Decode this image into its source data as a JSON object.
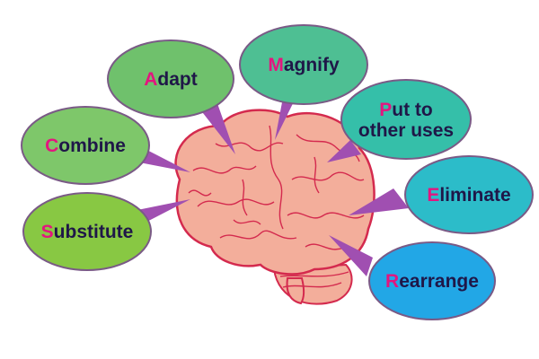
{
  "colors": {
    "text": "#1f1748",
    "first_letter": "#e3157f",
    "pointer": "#a04fb1",
    "brain_fill": "#f3ae9b",
    "brain_stroke": "#d42a4e",
    "bubble_stroke": "#7a5a86"
  },
  "bubbles": [
    {
      "id": "adapt",
      "first": "A",
      "rest": "dapt",
      "fill": "#6fc16c"
    },
    {
      "id": "magnify",
      "first": "M",
      "rest": "agnify",
      "fill": "#4ebf93"
    },
    {
      "id": "put-to-other-uses",
      "first": "P",
      "rest": "ut to",
      "line2": "other uses",
      "fill": "#35bfa9"
    },
    {
      "id": "combine",
      "first": "C",
      "rest": "ombine",
      "fill": "#7ec76a"
    },
    {
      "id": "eliminate",
      "first": "E",
      "rest": "liminate",
      "fill": "#2cbcc9"
    },
    {
      "id": "substitute",
      "first": "S",
      "rest": "ubstitute",
      "fill": "#88c843"
    },
    {
      "id": "rearrange",
      "first": "R",
      "rest": "earrange",
      "fill": "#22a7e6"
    }
  ]
}
